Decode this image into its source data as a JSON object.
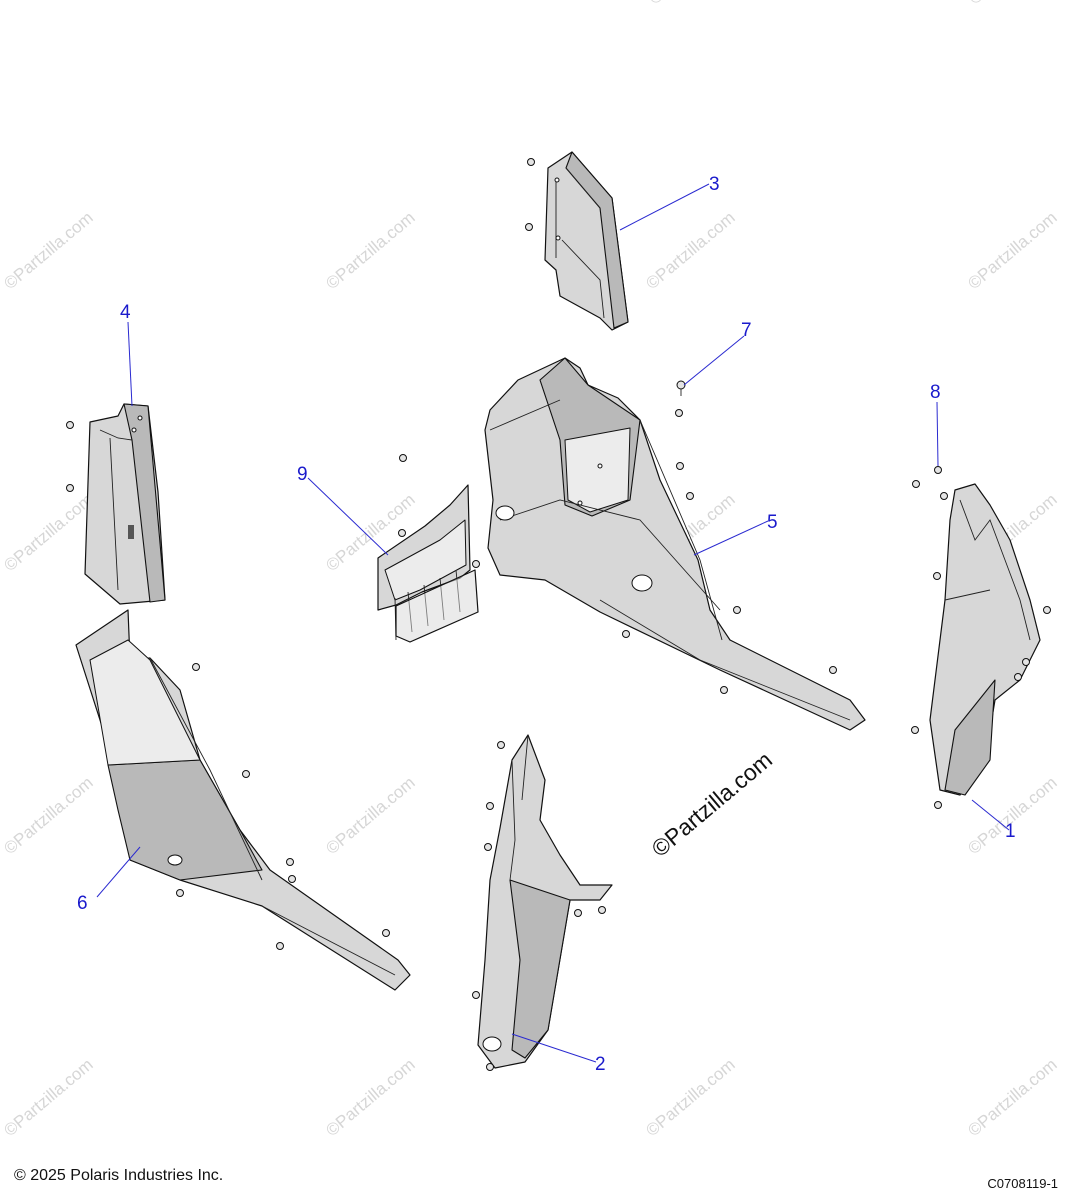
{
  "callouts": [
    {
      "num": "1"
    },
    {
      "num": "2"
    },
    {
      "num": "3"
    },
    {
      "num": "4"
    },
    {
      "num": "5"
    },
    {
      "num": "6"
    },
    {
      "num": "7"
    },
    {
      "num": "8"
    },
    {
      "num": "9"
    }
  ],
  "watermark": {
    "small_text": "©Partzilla.com",
    "center_text": "©Partzilla.com"
  },
  "footer": {
    "copyright": "© 2025 Polaris Industries Inc.",
    "diagram_code": "C0708119-1"
  },
  "colors": {
    "callout": "#1a1acc",
    "part_fill": "#d7d7d7",
    "watermark": "#d6d6d6"
  }
}
